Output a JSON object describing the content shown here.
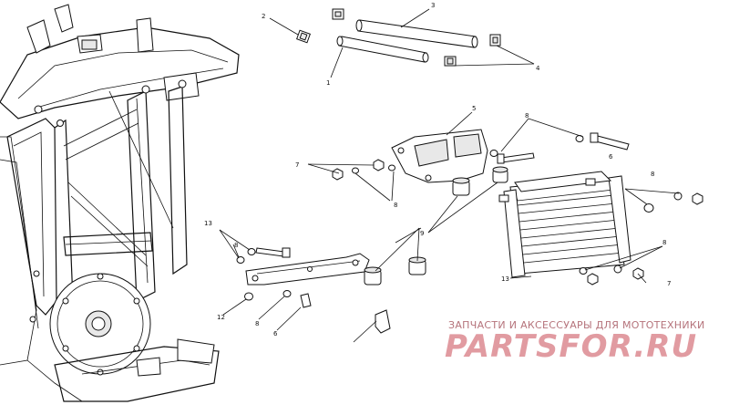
{
  "callouts": [
    "1",
    "2",
    "3",
    "4",
    "5",
    "6",
    "7",
    "8",
    "9",
    "12",
    "13"
  ],
  "watermark": {
    "tagline": "ЗАПЧАСТИ И АКСЕССУАРЫ ДЛЯ МОТОТЕХНИКИ",
    "logo": "PARTSFOR.RU"
  }
}
